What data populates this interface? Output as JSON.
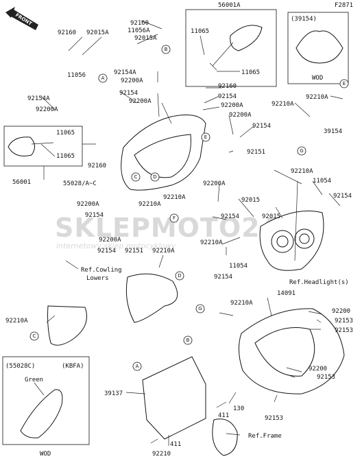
{
  "diagram_code": "F2871",
  "front_label": "FRONT",
  "watermark": {
    "main": "SKLEPMOTO24",
    "sub": "internetowy sklep motocyklowy"
  },
  "boxes": {
    "mirror_right": {
      "part": "56001A",
      "labels": [
        "11065",
        "11065"
      ]
    },
    "mirror_left": {
      "part": "56001",
      "labels": [
        "11065",
        "11065"
      ]
    },
    "windshield": {
      "part": "(39154)",
      "note": "WOD"
    },
    "kbfa": {
      "part": "(55028C)",
      "tag": "(KBFA)",
      "color": "Green",
      "note": "WOD"
    }
  },
  "labels": {
    "p92160a": "92160",
    "p11056a": "11056A",
    "p92015a": "92015A",
    "p92160b": "92160",
    "p92015a2": "92015A",
    "p11056": "11056",
    "p92154a_top": "92154A",
    "p92200a_1": "92200A",
    "p92154_1": "92154",
    "p92200a_2": "92200A",
    "p92154a_l": "92154A",
    "p92200a_l": "92200A",
    "p92160_r": "92160",
    "p92154_r": "92154",
    "p92200a_r": "92200A",
    "p92200a_r2": "92200A",
    "p92154_r2": "92154",
    "p92151_r": "92151",
    "p92210a_ws": "92210A",
    "p39154": "39154",
    "p92160_m": "92160",
    "p55028": "55028/A~C",
    "p92200a_m": "92200A",
    "p92210a_m": "92210A",
    "p92200a_lw": "92200A",
    "p92210a_lw": "92210A",
    "p92154_lw": "92154",
    "p92200a_lw2": "92200A",
    "p92154_lw2": "92154",
    "p92151_lw": "92151",
    "p92210a_lw2": "92210A",
    "p92015_h": "92015",
    "p92154_h": "92154",
    "p92015_h2": "92015",
    "p92210a_h": "92210A",
    "p11054_h": "11054",
    "p92154_h2": "92154",
    "p92210a_h2": "92210A",
    "p11054_h2": "11054",
    "p92154_h3": "92154",
    "ref_headlight": "Ref.Headlight(s)",
    "ref_cowling_1": "Ref.Cowling",
    "ref_cowling_2": "Lowers",
    "p92210a_c": "92210A",
    "p92210a_u": "92210A",
    "p14091": "14091",
    "p92200": "92200",
    "p92153_a": "92153",
    "p92153_b": "92153",
    "p92200_b": "92200",
    "p92153_c": "92153",
    "p92153_d": "92153",
    "p39137": "39137",
    "p411_a": "411",
    "p130": "130",
    "p411_b": "411",
    "p92210": "92210",
    "ref_frame": "Ref.Frame"
  },
  "callouts": [
    "A",
    "B",
    "C",
    "D",
    "E",
    "F",
    "G"
  ]
}
